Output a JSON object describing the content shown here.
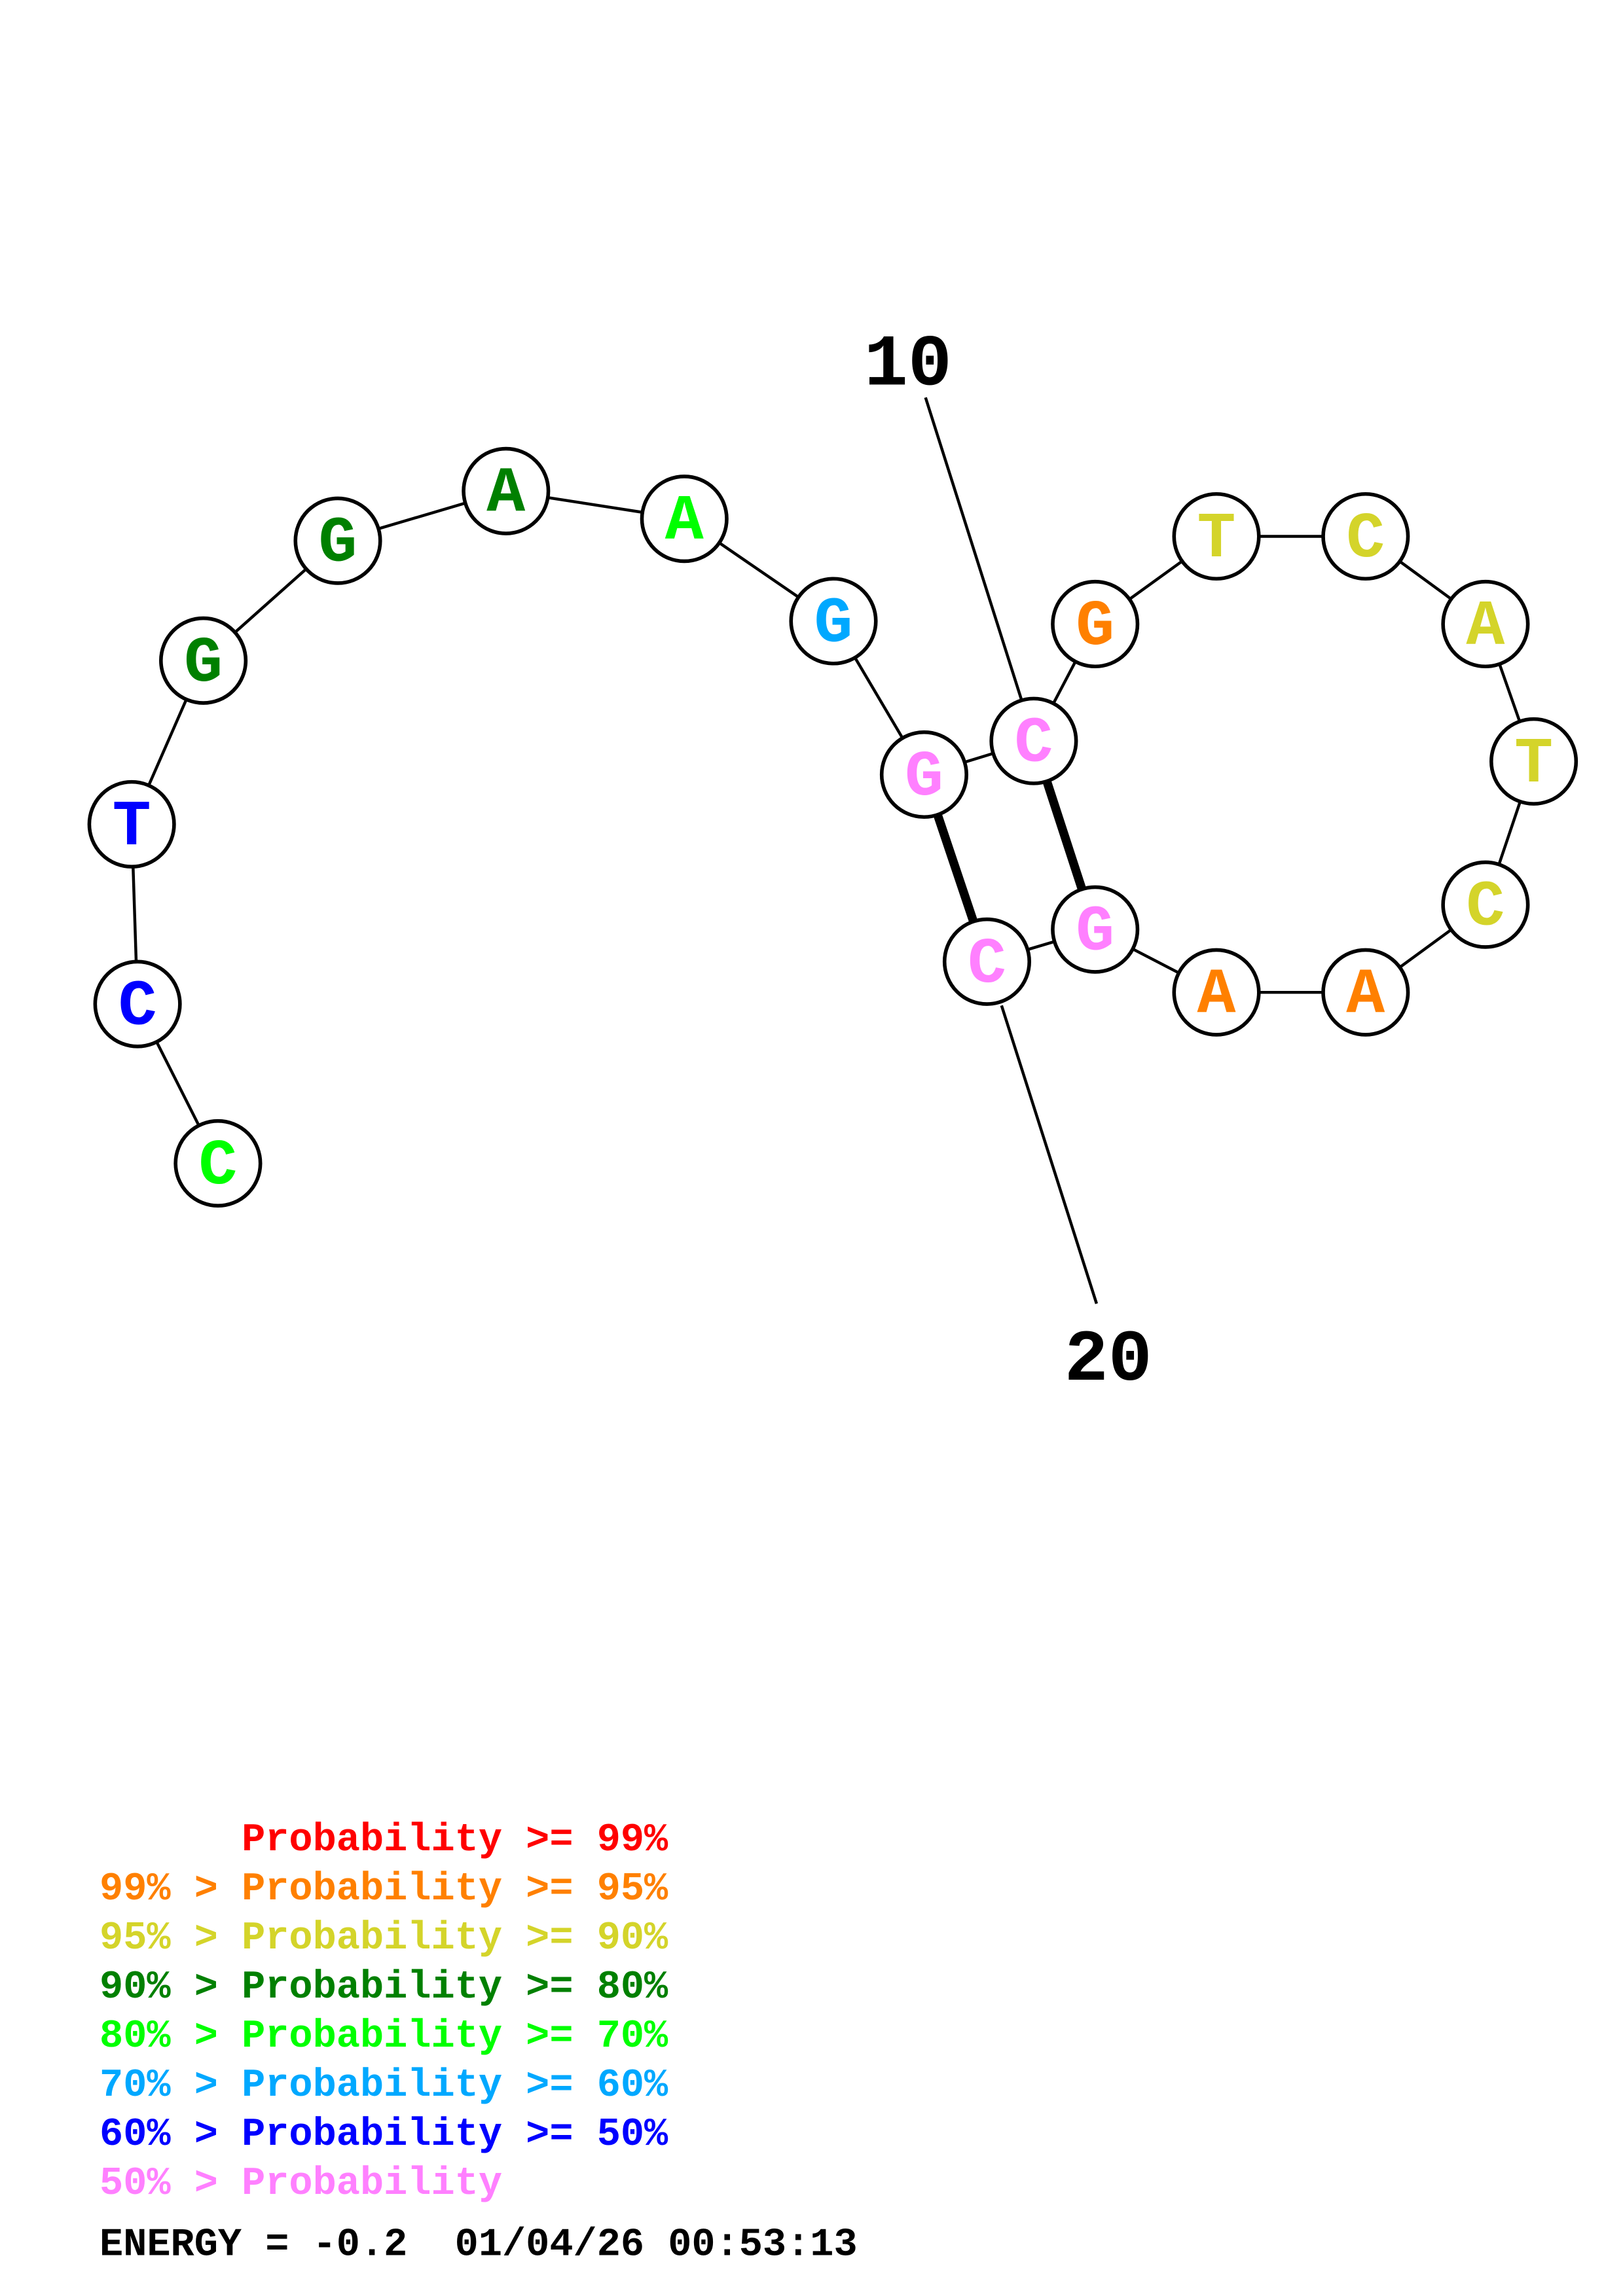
{
  "sequence": [
    {
      "index": 1,
      "base": "C",
      "level": "p70"
    },
    {
      "index": 2,
      "base": "C",
      "level": "p50"
    },
    {
      "index": 3,
      "base": "T",
      "level": "p50"
    },
    {
      "index": 4,
      "base": "G",
      "level": "p80"
    },
    {
      "index": 5,
      "base": "G",
      "level": "p80"
    },
    {
      "index": 6,
      "base": "A",
      "level": "p80"
    },
    {
      "index": 7,
      "base": "A",
      "level": "p70"
    },
    {
      "index": 8,
      "base": "G",
      "level": "p60"
    },
    {
      "index": 9,
      "base": "G",
      "level": "low"
    },
    {
      "index": 10,
      "base": "C",
      "level": "low"
    },
    {
      "index": 11,
      "base": "G",
      "level": "p95"
    },
    {
      "index": 12,
      "base": "T",
      "level": "p90"
    },
    {
      "index": 13,
      "base": "C",
      "level": "p90"
    },
    {
      "index": 14,
      "base": "A",
      "level": "p90"
    },
    {
      "index": 15,
      "base": "T",
      "level": "p90"
    },
    {
      "index": 16,
      "base": "C",
      "level": "p90"
    },
    {
      "index": 17,
      "base": "A",
      "level": "p95"
    },
    {
      "index": 18,
      "base": "A",
      "level": "p95"
    },
    {
      "index": 19,
      "base": "G",
      "level": "low"
    },
    {
      "index": 20,
      "base": "C",
      "level": "low"
    }
  ],
  "pairs": [
    [
      9,
      20
    ],
    [
      10,
      19
    ]
  ],
  "position_labels": {
    "l10": "10",
    "l20": "20"
  },
  "colors": {
    "p99": "#ff0000",
    "p95": "#ff8000",
    "p90": "#d4d42a",
    "p80": "#008000",
    "p70": "#00ff00",
    "p60": "#00a8ff",
    "p50": "#0000ff",
    "low": "#ff80ff"
  },
  "legend": [
    {
      "level": "p99",
      "text": "      Probability >= 99%"
    },
    {
      "level": "p95",
      "text": "99% > Probability >= 95%"
    },
    {
      "level": "p90",
      "text": "95% > Probability >= 90%"
    },
    {
      "level": "p80",
      "text": "90% > Probability >= 80%"
    },
    {
      "level": "p70",
      "text": "80% > Probability >= 70%"
    },
    {
      "level": "p60",
      "text": "70% > Probability >= 60%"
    },
    {
      "level": "p50",
      "text": "60% > Probability >= 50%"
    },
    {
      "level": "low",
      "text": "50% > Probability"
    }
  ],
  "energy_line": "ENERGY = -0.2  01/04/26 00:53:13"
}
